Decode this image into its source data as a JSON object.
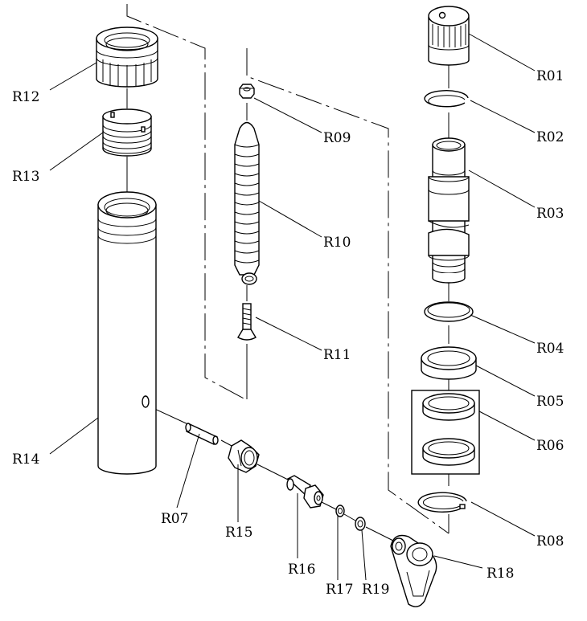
{
  "labels": {
    "r01": "R01",
    "r02": "R02",
    "r03": "R03",
    "r04": "R04",
    "r05": "R05",
    "r06": "R06",
    "r07": "R07",
    "r08": "R08",
    "r09": "R09",
    "r10": "R10",
    "r11": "R11",
    "r12": "R12",
    "r13": "R13",
    "r14": "R14",
    "r15": "R15",
    "r16": "R16",
    "r17": "R17",
    "r18": "R18",
    "r19": "R19"
  }
}
